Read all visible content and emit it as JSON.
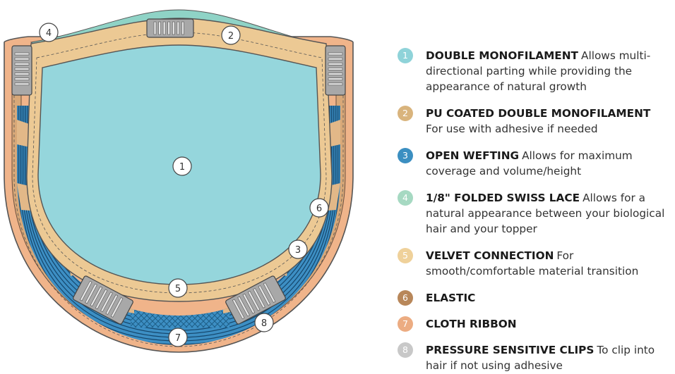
{
  "legend": [
    {
      "number": "1",
      "title": "DOUBLE MONOFILAMENT",
      "description": "Allows multi-directional parting while providing the appearance of natural growth",
      "color": "#8fd3d9"
    },
    {
      "number": "2",
      "title": "PU COATED DOUBLE MONOFILAMENT",
      "description": "For use with adhesive if needed",
      "color": "#d9b47d"
    },
    {
      "number": "3",
      "title": "OPEN WEFTING",
      "description": "Allows for maximum coverage and volume/height",
      "color": "#3b8fc1"
    },
    {
      "number": "4",
      "title": "1/8\" FOLDED SWISS LACE",
      "description": "Allows for a natural appearance between your biological hair and your topper",
      "color": "#a6d9c2"
    },
    {
      "number": "5",
      "title": "VELVET CONNECTION",
      "description": "For smooth/comfortable material transition",
      "color": "#efd19a"
    },
    {
      "number": "6",
      "title": "ELASTIC",
      "description": "",
      "color": "#b8875a"
    },
    {
      "number": "7",
      "title": "CLOTH RIBBON",
      "description": "",
      "color": "#ecac82"
    },
    {
      "number": "8",
      "title": "PRESSURE SENSITIVE CLIPS",
      "description": "To clip into hair if not using adhesive",
      "color": "#c8c8c8"
    }
  ],
  "callouts": [
    "1",
    "2",
    "3",
    "4",
    "5",
    "6",
    "7",
    "8"
  ],
  "colors": {
    "monofilament": "#95d6dc",
    "pu_band": "#ecc994",
    "wefting": "#3d8fc4",
    "swiss_lace": "#8fd3c6",
    "velvet": "#f4d9a8",
    "elastic": "#c89866",
    "ribbon": "#f0b48a",
    "clip": "#9c9c9c"
  }
}
